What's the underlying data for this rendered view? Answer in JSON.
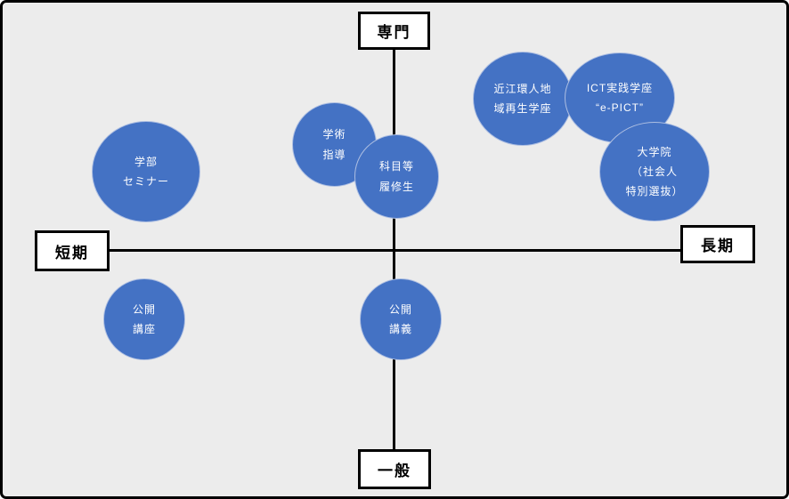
{
  "diagram": {
    "type": "quadrant-positioning-map",
    "colors": {
      "background": "#ececec",
      "bubble_fill": "#4472C4",
      "bubble_border": "#aebfe2",
      "bubble_text": "#ffffff",
      "axis_line": "#000000",
      "axis_box_fill": "#ffffff",
      "axis_box_border": "#000000"
    },
    "axes": {
      "top": "専門",
      "bottom": "一般",
      "left": "短期",
      "right": "長期"
    },
    "bubbles": [
      {
        "id": "gakubu-seminar",
        "label": "学部\nセミナー",
        "quadrant": "upper-left"
      },
      {
        "id": "gakujutsu-shido",
        "label": "学術\n指導",
        "quadrant": "upper-center"
      },
      {
        "id": "kamokuto-rishusei",
        "label": "科目等\n履修生",
        "quadrant": "upper-center"
      },
      {
        "id": "omi-kanjin",
        "label": "近江環人地\n域再生学座",
        "quadrant": "upper-right"
      },
      {
        "id": "ict-jissen",
        "label": "ICT実践学座\n“e-PICT”",
        "quadrant": "upper-right"
      },
      {
        "id": "daigakuin",
        "label": "大学院\n（社会人\n特別選抜）",
        "quadrant": "upper-right"
      },
      {
        "id": "kokai-koza",
        "label": "公開\n講座",
        "quadrant": "lower-left"
      },
      {
        "id": "kokai-kogi",
        "label": "公開\n講義",
        "quadrant": "lower-center"
      }
    ]
  }
}
